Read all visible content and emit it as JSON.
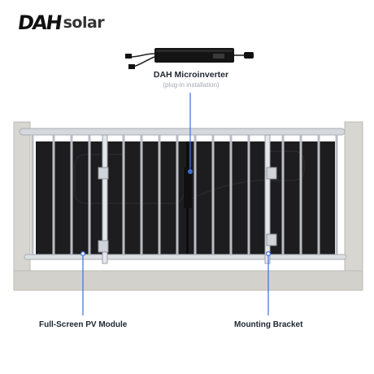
{
  "brand": {
    "mark": "DAH",
    "word": "solar"
  },
  "microinverter": {
    "title": "DAH Microinverter",
    "subtitle": "(plug-in installation)"
  },
  "labels": {
    "pv_module": "Full-Screen PV Module",
    "mounting_bracket": "Mounting Bracket"
  },
  "colors": {
    "callout_line": "#3a6fd8",
    "panel": "#1c1c1e",
    "rail": "#c9ccd1",
    "wall": "#d6d4cf"
  }
}
